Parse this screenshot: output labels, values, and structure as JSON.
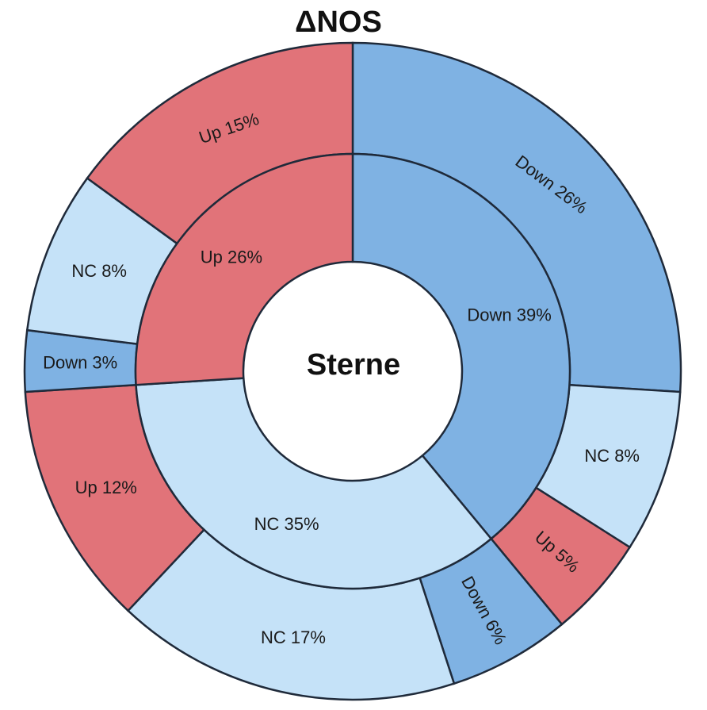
{
  "chart_data": {
    "type": "pie",
    "title": "ΔNOS",
    "center_label": "Sterne",
    "colors": {
      "Up": "#e17379",
      "Down": "#7fb2e3",
      "NC": "#c5e2f8"
    },
    "inner_ring": [
      {
        "category": "Down",
        "value": 39,
        "label": "Down 39%"
      },
      {
        "category": "NC",
        "value": 35,
        "label": "NC 35%"
      },
      {
        "category": "Up",
        "value": 26,
        "label": "Up 26%"
      }
    ],
    "outer_ring": [
      {
        "parent": "Down",
        "category": "Down",
        "value": 26,
        "label": "Down 26%"
      },
      {
        "parent": "Down",
        "category": "NC",
        "value": 8,
        "label": "NC 8%"
      },
      {
        "parent": "Down",
        "category": "Up",
        "value": 5,
        "label": "Up 5%"
      },
      {
        "parent": "NC",
        "category": "Down",
        "value": 6,
        "label": "Down 6%"
      },
      {
        "parent": "NC",
        "category": "NC",
        "value": 17,
        "label": "NC 17%"
      },
      {
        "parent": "NC",
        "category": "Up",
        "value": 12,
        "label": "Up 12%"
      },
      {
        "parent": "Up",
        "category": "Down",
        "value": 3,
        "label": "Down 3%"
      },
      {
        "parent": "Up",
        "category": "NC",
        "value": 8,
        "label": "NC 8%"
      },
      {
        "parent": "Up",
        "category": "Up",
        "value": 15,
        "label": "Up 15%"
      }
    ]
  }
}
